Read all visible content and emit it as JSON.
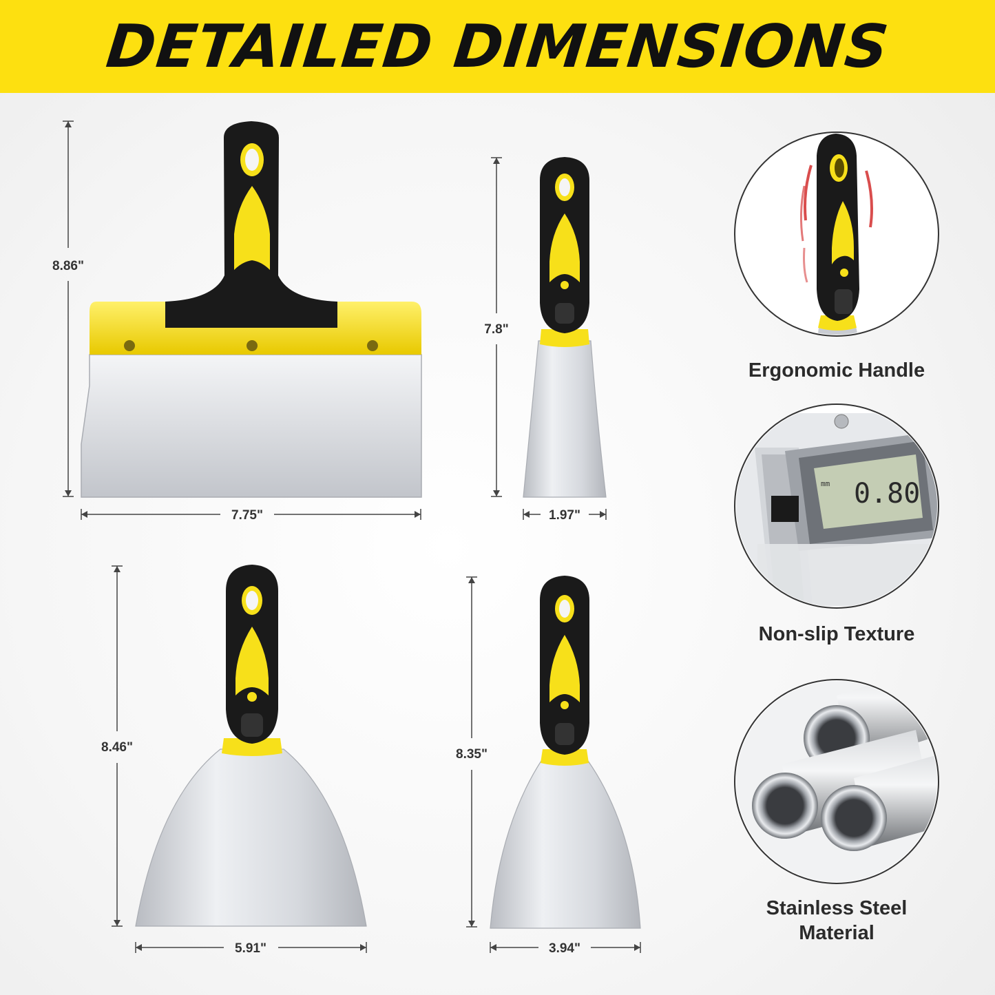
{
  "banner": {
    "title": "DETAILED DIMENSIONS",
    "background_color": "#fde010"
  },
  "tools": [
    {
      "name": "wide-taping-knife",
      "height_label": "8.86\"",
      "width_label": "7.75\""
    },
    {
      "name": "narrow-scraper",
      "height_label": "7.8\"",
      "width_label": "1.97\""
    },
    {
      "name": "large-putty-knife",
      "height_label": "8.46\"",
      "width_label": "5.91\""
    },
    {
      "name": "medium-putty-knife",
      "height_label": "8.35\"",
      "width_label": "3.94\""
    }
  ],
  "features": [
    {
      "label": "Ergonomic Handle",
      "icon": "grip-handle-icon"
    },
    {
      "label": "Non-slip Texture",
      "icon": "digital-caliper-icon",
      "caliper_unit": "mm",
      "caliper_reading": "0.80"
    },
    {
      "label": "Stainless Steel\nMaterial",
      "label_line1": "Stainless Steel",
      "label_line2": "Material",
      "icon": "steel-pipes-icon"
    }
  ],
  "colors": {
    "handle_black": "#1a1a1a",
    "handle_yellow": "#f7e01a",
    "steel": "#c9ccd2",
    "dimension_line": "#444444"
  }
}
